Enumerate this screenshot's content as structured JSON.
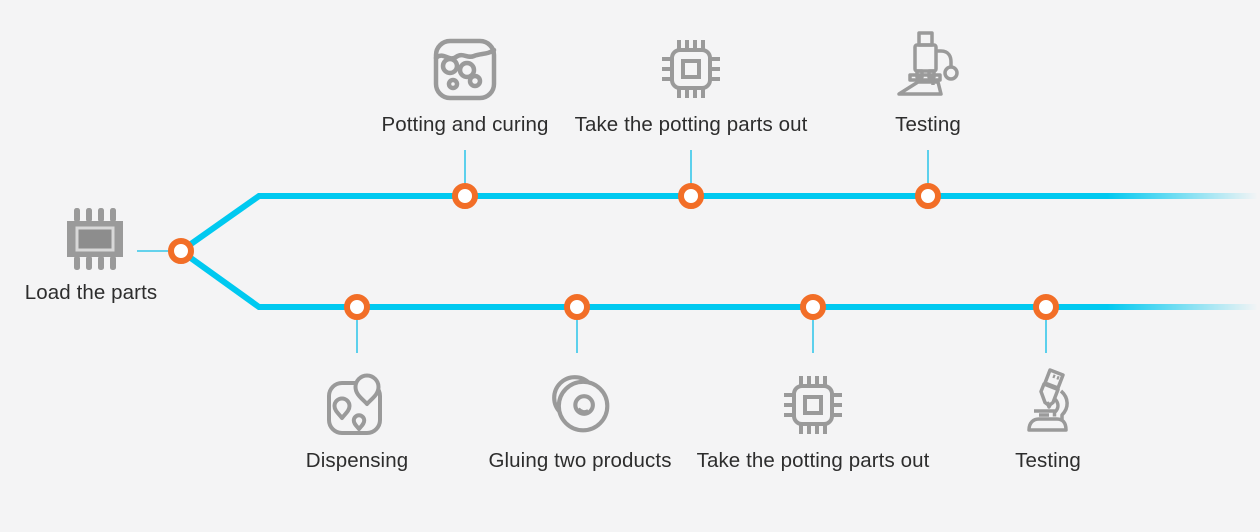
{
  "diagram": {
    "type": "process-flow",
    "start": {
      "label": "Load the parts",
      "icon": "chip-filled-icon"
    },
    "top_branch": [
      {
        "label": "Potting and curing",
        "icon": "potting-curing-icon"
      },
      {
        "label": "Take the potting parts out",
        "icon": "chip-outline-icon"
      },
      {
        "label": "Testing",
        "icon": "microscope-upright-icon"
      }
    ],
    "bottom_branch": [
      {
        "label": "Dispensing",
        "icon": "dispensing-icon"
      },
      {
        "label": "Gluing two products",
        "icon": "gluing-two-products-icon"
      },
      {
        "label": "Take the potting parts out",
        "icon": "chip-outline-icon"
      },
      {
        "label": "Testing",
        "icon": "microscope-tilted-icon"
      }
    ],
    "colors": {
      "line": "#00c9f0",
      "connector": "#35c6e9",
      "node": "#f26e27",
      "icon": "#9a9a9a",
      "text": "#2d2d2d",
      "bg": "#f4f4f5"
    }
  }
}
